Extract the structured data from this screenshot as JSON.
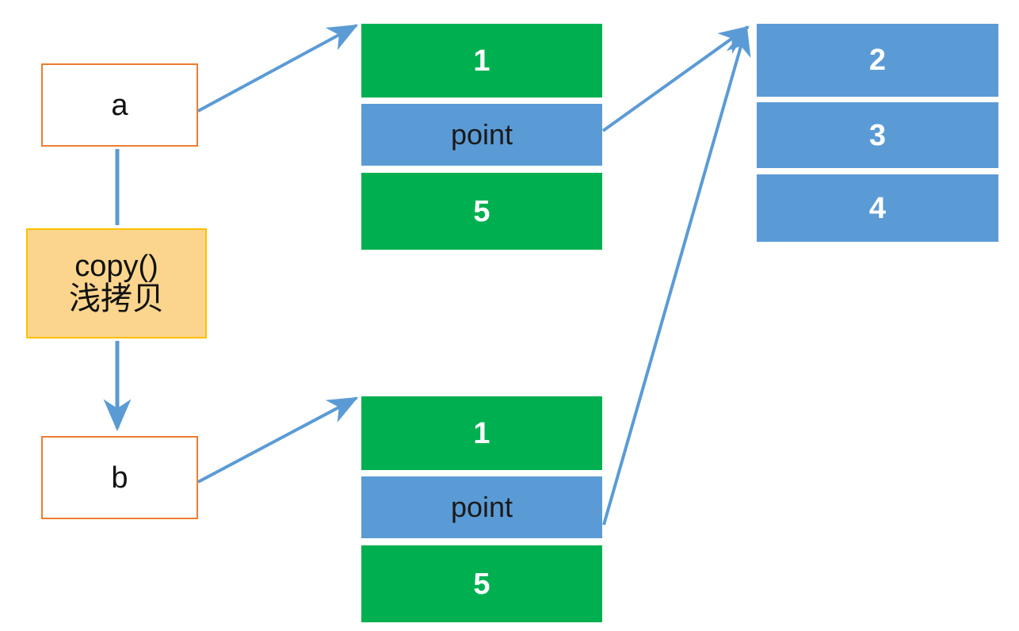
{
  "diagram": {
    "title": "Python copy() shallow copy diagram",
    "colors": {
      "green": "#00B050",
      "blue": "#5B9BD5",
      "orange_border": "#ED7D31",
      "yellow_fill": "#FBD58D",
      "yellow_border": "#FFC000",
      "arrow": "#5B9BD5",
      "background": "#FFFFFF"
    },
    "variables": [
      {
        "id": "a",
        "label": "a"
      },
      {
        "id": "b",
        "label": "b"
      }
    ],
    "operation": {
      "line1": "copy()",
      "line2": "浅拷贝"
    },
    "lists": [
      {
        "id": "list-a",
        "owner": "a",
        "cells": [
          {
            "value": "1",
            "kind": "green"
          },
          {
            "value": "point",
            "kind": "blue"
          },
          {
            "value": "5",
            "kind": "green"
          }
        ]
      },
      {
        "id": "list-b",
        "owner": "b",
        "cells": [
          {
            "value": "1",
            "kind": "green"
          },
          {
            "value": "point",
            "kind": "blue"
          },
          {
            "value": "5",
            "kind": "green"
          }
        ]
      },
      {
        "id": "list-shared",
        "owner": "shared",
        "cells": [
          {
            "value": "2",
            "kind": "blue"
          },
          {
            "value": "3",
            "kind": "blue"
          },
          {
            "value": "4",
            "kind": "blue"
          }
        ]
      }
    ],
    "arrows": [
      {
        "id": "a-to-list-a",
        "from": "a",
        "to": "list-a"
      },
      {
        "id": "a-to-copy",
        "from": "a",
        "to": "copy-operation"
      },
      {
        "id": "copy-to-b",
        "from": "copy-operation",
        "to": "b"
      },
      {
        "id": "b-to-list-b",
        "from": "b",
        "to": "list-b"
      },
      {
        "id": "point-a-to-shared",
        "from": "list-a.point",
        "to": "list-shared"
      },
      {
        "id": "point-b-to-shared",
        "from": "list-b.point",
        "to": "list-shared"
      }
    ]
  }
}
